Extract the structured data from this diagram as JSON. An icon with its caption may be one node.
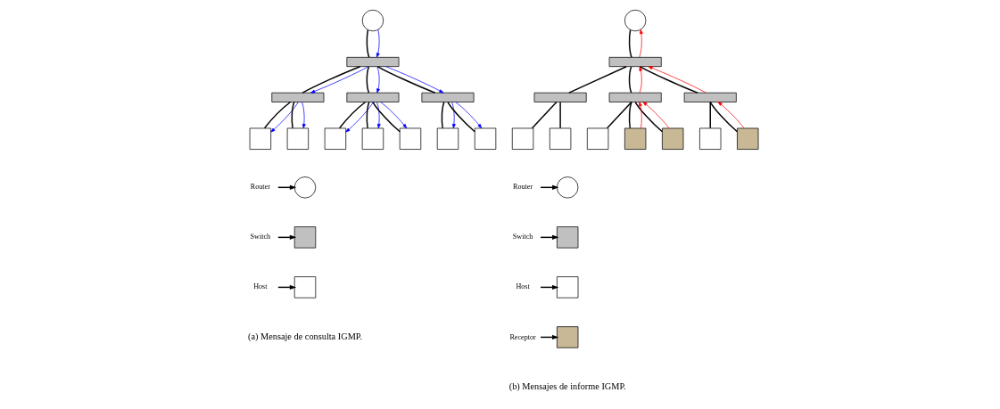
{
  "diagram": {
    "nodes": [
      {
        "text": [],
        "shape": "circle"
      },
      {
        "text": [],
        "shape": "bar"
      },
      {
        "text": [],
        "shape": "bar"
      },
      {
        "text": [],
        "shape": "bar"
      },
      {
        "text": [],
        "shape": "bar"
      },
      {
        "text": [],
        "shape": "box"
      },
      {
        "text": [],
        "shape": "box"
      },
      {
        "text": [],
        "shape": "box"
      },
      {
        "text": [],
        "shape": "box"
      },
      {
        "text": [],
        "shape": "box"
      },
      {
        "text": [],
        "shape": "box"
      },
      {
        "text": [],
        "shape": "box"
      },
      {
        "text": [
          "Router"
        ]
      },
      {
        "text": [],
        "shape": "circle"
      },
      {
        "text": [
          "Switch"
        ]
      },
      {
        "text": [],
        "shape": "box"
      },
      {
        "text": [
          "Host"
        ]
      },
      {
        "text": [],
        "shape": "box"
      },
      {
        "text": [],
        "shape": "circle"
      },
      {
        "text": [],
        "shape": "bar"
      },
      {
        "text": [],
        "shape": "bar"
      },
      {
        "text": [],
        "shape": "bar"
      },
      {
        "text": [],
        "shape": "bar"
      },
      {
        "text": [],
        "shape": "box"
      },
      {
        "text": [],
        "shape": "box"
      },
      {
        "text": [],
        "shape": "box"
      },
      {
        "text": [],
        "shape": "box"
      },
      {
        "text": [],
        "shape": "box"
      },
      {
        "text": [],
        "shape": "box"
      },
      {
        "text": [],
        "shape": "box"
      },
      {
        "text": [
          "Router"
        ]
      },
      {
        "text": [],
        "shape": "circle"
      },
      {
        "text": [
          "Switch"
        ]
      },
      {
        "text": [],
        "shape": "box"
      },
      {
        "text": [
          "Host"
        ]
      },
      {
        "text": [],
        "shape": "box"
      },
      {
        "text": [
          "Receptor"
        ]
      },
      {
        "text": [],
        "shape": "box"
      }
    ],
    "edges": [
      {
        "from": 0,
        "to": 1,
        "arrow": "none"
      },
      {
        "from": 0,
        "to": 1,
        "arrow": "to",
        "color": "#0000ff"
      },
      {
        "from": 1,
        "to": 2,
        "arrow": "none"
      },
      {
        "from": 1,
        "to": 2,
        "arrow": "to",
        "color": "#0000ff"
      },
      {
        "from": 1,
        "to": 3,
        "arrow": "none"
      },
      {
        "from": 1,
        "to": 3,
        "arrow": "to",
        "color": "#0000ff"
      },
      {
        "from": 1,
        "to": 4,
        "arrow": "none"
      },
      {
        "from": 1,
        "to": 4,
        "arrow": "to",
        "color": "#0000ff"
      },
      {
        "from": 2,
        "to": 5,
        "arrow": "none"
      },
      {
        "from": 2,
        "to": 5,
        "arrow": "to",
        "color": "#0000ff"
      },
      {
        "from": 2,
        "to": 6,
        "arrow": "none"
      },
      {
        "from": 2,
        "to": 6,
        "arrow": "to",
        "color": "#0000ff"
      },
      {
        "from": 3,
        "to": 7,
        "arrow": "none"
      },
      {
        "from": 3,
        "to": 7,
        "arrow": "to",
        "color": "#0000ff"
      },
      {
        "from": 3,
        "to": 8,
        "arrow": "none"
      },
      {
        "from": 3,
        "to": 8,
        "arrow": "to",
        "color": "#0000ff"
      },
      {
        "from": 3,
        "to": 9,
        "arrow": "none"
      },
      {
        "from": 3,
        "to": 9,
        "arrow": "to",
        "color": "#0000ff"
      },
      {
        "from": 4,
        "to": 10,
        "arrow": "none"
      },
      {
        "from": 4,
        "to": 10,
        "arrow": "to",
        "color": "#0000ff"
      },
      {
        "from": 4,
        "to": 11,
        "arrow": "none"
      },
      {
        "from": 4,
        "to": 11,
        "arrow": "to",
        "color": "#0000ff"
      },
      {
        "from": 12,
        "to": 13,
        "arrow": "to"
      },
      {
        "from": 14,
        "to": 15,
        "arrow": "to"
      },
      {
        "from": 16,
        "to": 17,
        "arrow": "to"
      },
      {
        "from": 18,
        "to": 19,
        "arrow": "none"
      },
      {
        "from": 19,
        "to": 18,
        "arrow": "to",
        "color": "#ff0000"
      },
      {
        "from": 19,
        "to": 20,
        "arrow": "none"
      },
      {
        "from": 19,
        "to": 21,
        "arrow": "none"
      },
      {
        "from": 21,
        "to": 19,
        "arrow": "to",
        "color": "#ff0000"
      },
      {
        "from": 19,
        "to": 22,
        "arrow": "none"
      },
      {
        "from": 22,
        "to": 19,
        "arrow": "to",
        "color": "#ff0000"
      },
      {
        "from": 20,
        "to": 23,
        "arrow": "none"
      },
      {
        "from": 20,
        "to": 24,
        "arrow": "none"
      },
      {
        "from": 21,
        "to": 25,
        "arrow": "none"
      },
      {
        "from": 21,
        "to": 26,
        "arrow": "none"
      },
      {
        "from": 26,
        "to": 21,
        "arrow": "to",
        "color": "#ff0000"
      },
      {
        "from": 21,
        "to": 27,
        "arrow": "none"
      },
      {
        "from": 27,
        "to": 21,
        "arrow": "to",
        "color": "#ff0000"
      },
      {
        "from": 22,
        "to": 28,
        "arrow": "none"
      },
      {
        "from": 22,
        "to": 29,
        "arrow": "none"
      },
      {
        "from": 29,
        "to": 22,
        "arrow": "to",
        "color": "#ff0000"
      },
      {
        "from": 30,
        "to": 31,
        "arrow": "to"
      },
      {
        "from": 32,
        "to": 33,
        "arrow": "to"
      },
      {
        "from": 34,
        "to": 35,
        "arrow": "to"
      },
      {
        "from": 36,
        "to": 37,
        "arrow": "to"
      }
    ],
    "labels": [
      "(a) Mensaje de consulta IGMP.",
      "(b) Mensajes de informe IGMP."
    ]
  }
}
